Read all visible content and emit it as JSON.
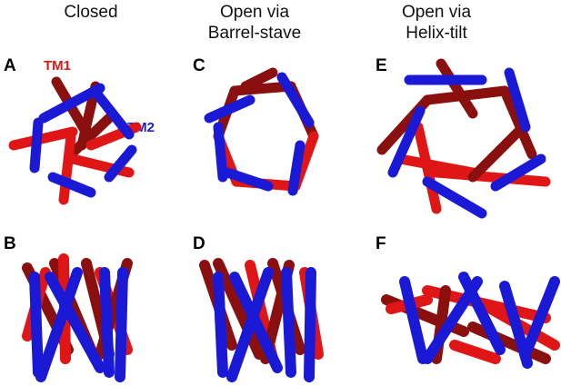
{
  "columns": [
    {
      "title": "Closed"
    },
    {
      "title": "Open via\nBarrel-stave"
    },
    {
      "title": "Open via\nHelix-tilt"
    }
  ],
  "panels": [
    "A",
    "B",
    "C",
    "D",
    "E",
    "F"
  ],
  "labels": {
    "tm1": "TM1",
    "tm2": "TM2"
  },
  "colors": {
    "tm1": "#e01515",
    "tm2": "#1a1ad6",
    "tm1_dark": "#8a1010",
    "tm2_dark": "#0b0b80"
  }
}
